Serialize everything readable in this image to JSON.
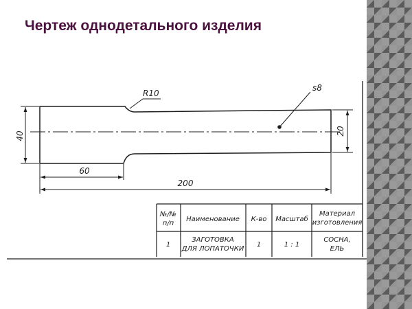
{
  "slide": {
    "title": "Чертеж однодетального изделия",
    "title_color": "#4b1240"
  },
  "drawing": {
    "line_color": "#1e1e1e",
    "dimensions": {
      "total_length": "200",
      "head_length": "60",
      "head_height": "40",
      "shaft_height": "20",
      "fillet_radius": "R10",
      "thickness": "s8"
    }
  },
  "title_block": {
    "headers": {
      "number": [
        "№/№",
        "п/п"
      ],
      "name": "Наименование",
      "qty": "К-во",
      "scale": "Масштаб",
      "material": [
        "Материал",
        "изготовления"
      ]
    },
    "row": {
      "number": "1",
      "name": [
        "ЗАГОТОВКА",
        "ДЛЯ ЛОПАТОЧКИ"
      ],
      "qty": "1",
      "scale": "1 : 1",
      "material": [
        "СОСНА,",
        "ЕЛЬ"
      ]
    }
  }
}
